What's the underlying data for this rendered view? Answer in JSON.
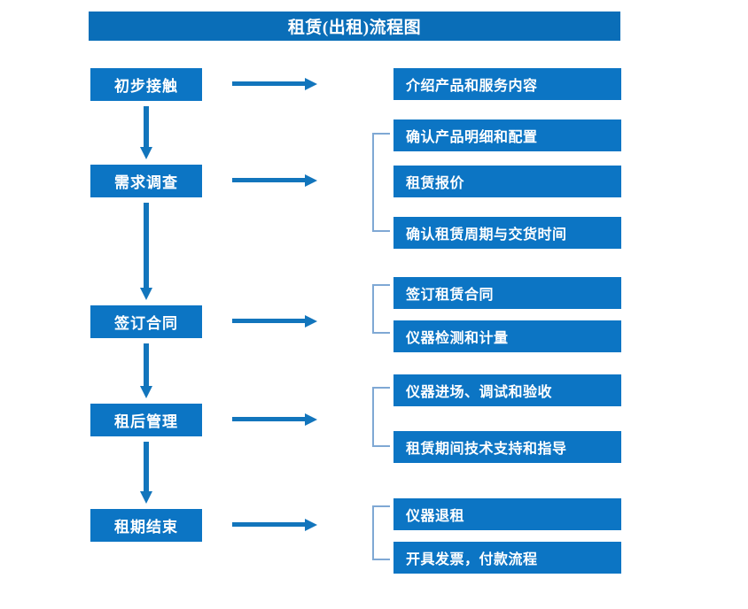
{
  "diagram": {
    "title": "租赁(出租)流程图",
    "colors": {
      "title_bar": "#0A6EB8",
      "box_fill": "#0C75C4",
      "arrow": "#1275BC",
      "bracket": "#7FA8D4",
      "text": "#FFFFFF",
      "background": "#FFFFFF"
    },
    "stages": [
      {
        "label": "初步接触"
      },
      {
        "label": "需求调查"
      },
      {
        "label": "签订合同"
      },
      {
        "label": "租后管理"
      },
      {
        "label": "租期结束"
      }
    ],
    "details": [
      {
        "label": "介绍产品和服务内容"
      },
      {
        "label": "确认产品明细和配置"
      },
      {
        "label": "租赁报价"
      },
      {
        "label": "确认租赁周期与交货时间"
      },
      {
        "label": "签订租赁合同"
      },
      {
        "label": "仪器检测和计量"
      },
      {
        "label": "仪器进场、调试和验收"
      },
      {
        "label": "租赁期间技术支持和指导"
      },
      {
        "label": "仪器退租"
      },
      {
        "label": "开具发票，付款流程"
      }
    ],
    "groups": [
      {
        "name": "needs-survey-group",
        "detail_indices": [
          1,
          2,
          3
        ]
      },
      {
        "name": "contract-group",
        "detail_indices": [
          4,
          5
        ]
      },
      {
        "name": "post-rental-group",
        "detail_indices": [
          6,
          7
        ]
      },
      {
        "name": "lease-end-group",
        "detail_indices": [
          8,
          9
        ]
      }
    ],
    "icons": {
      "arrow_right": "arrow-right-icon",
      "arrow_down": "arrow-down-icon",
      "bracket_left": "bracket-left-icon"
    }
  }
}
